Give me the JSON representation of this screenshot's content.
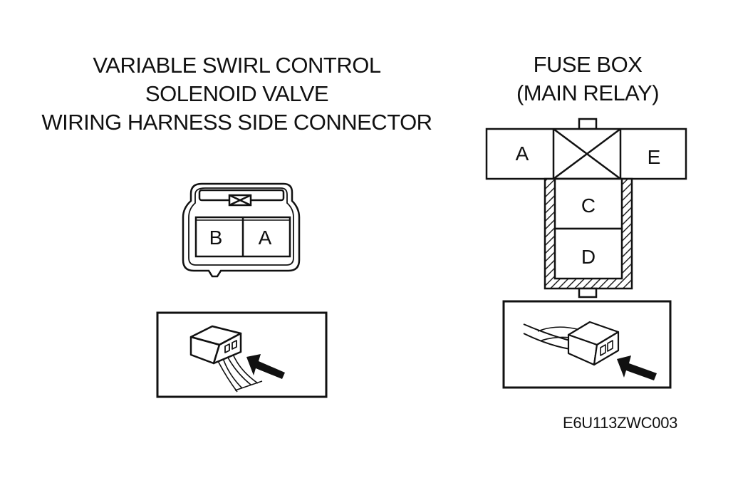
{
  "left_title": {
    "lines": [
      "VARIABLE SWIRL CONTROL",
      "SOLENOID VALVE",
      "WIRING HARNESS SIDE CONNECTOR"
    ]
  },
  "right_title": {
    "lines": [
      "FUSE BOX",
      "(MAIN RELAY)"
    ]
  },
  "left_connector": {
    "pins": [
      "B",
      "A"
    ]
  },
  "fuse_box": {
    "pins": {
      "a": "A",
      "c": "C",
      "d": "D",
      "e": "E"
    }
  },
  "figure_code": "E6U113ZWC003"
}
